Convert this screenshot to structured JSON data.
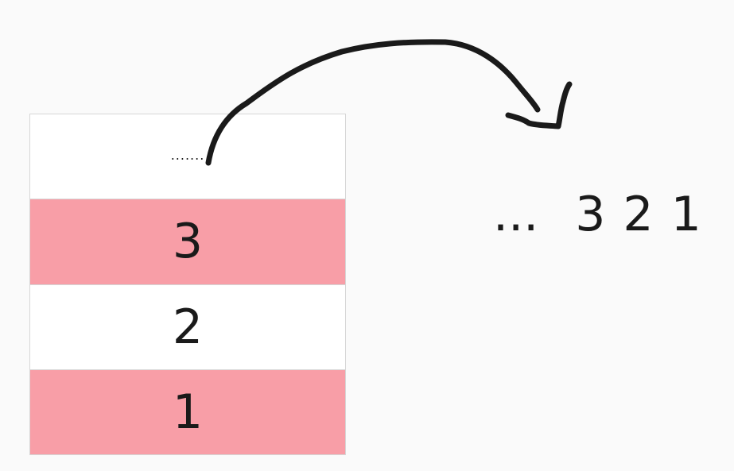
{
  "stack": {
    "top_placeholder": ".......",
    "cells": [
      {
        "label": "3",
        "color": "#f89ea7"
      },
      {
        "label": "2",
        "color": "#ffffff"
      },
      {
        "label": "1",
        "color": "#f89ea7"
      }
    ]
  },
  "sequence": {
    "ellipsis": "...",
    "items": [
      "3",
      "2",
      "1"
    ]
  },
  "colors": {
    "highlight": "#f89ea7",
    "plain": "#ffffff",
    "border": "#d6d6d6",
    "ink": "#1a1a1a",
    "background": "#fafafa"
  }
}
